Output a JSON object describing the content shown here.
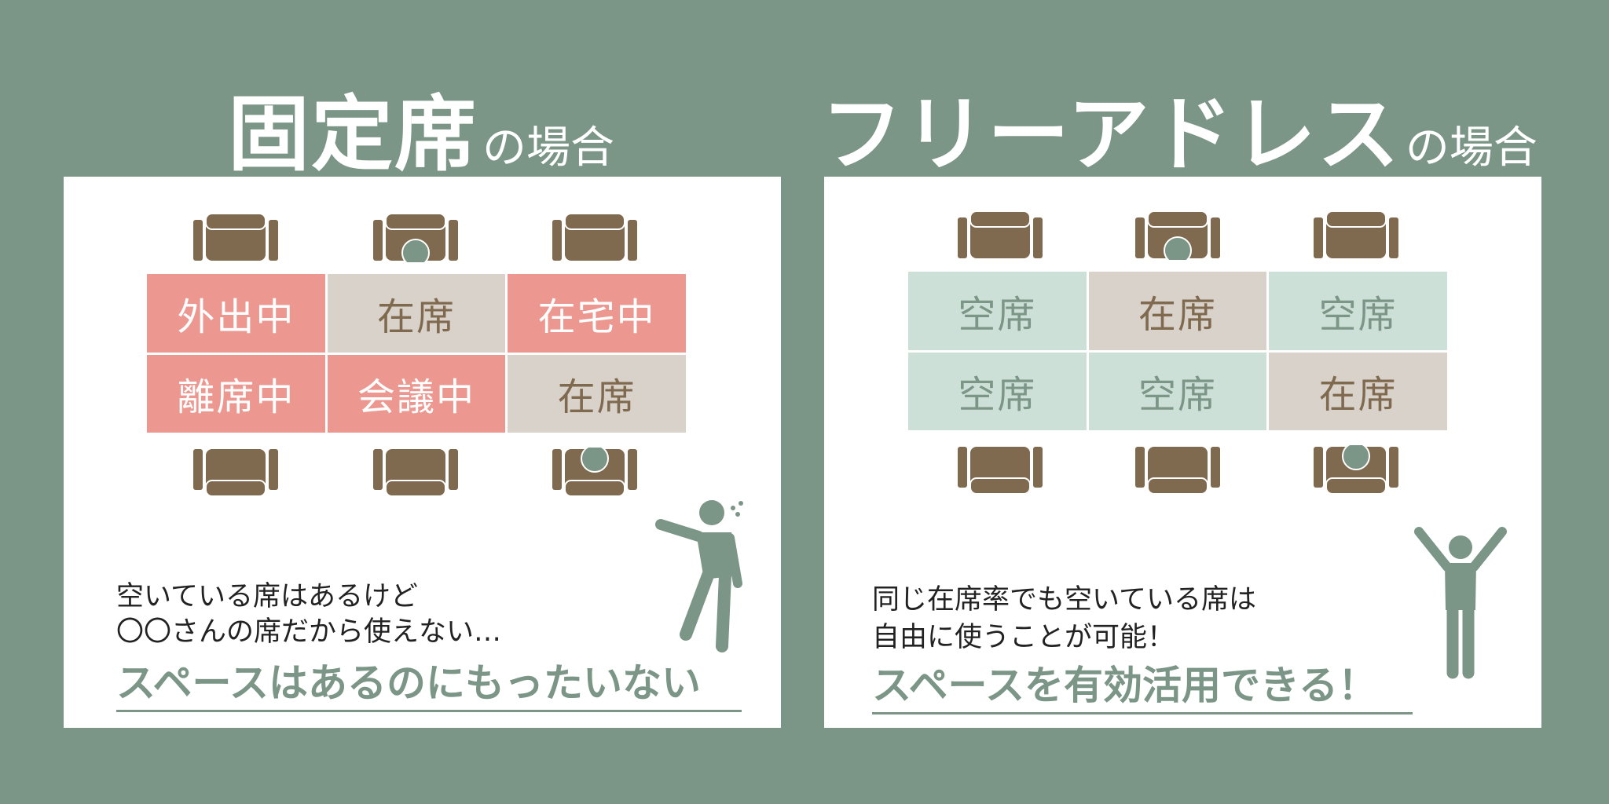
{
  "left": {
    "title_main": "固定席",
    "title_suffix": "の場合",
    "seats": [
      [
        "外出中",
        "在席",
        "在宅中"
      ],
      [
        "離席中",
        "会議中",
        "在席"
      ]
    ],
    "seat_status": [
      [
        "away",
        "present",
        "remote"
      ],
      [
        "away",
        "away",
        "present"
      ]
    ],
    "lines": [
      "空いている席はあるけど",
      "〇〇さんの席だから使えない…"
    ],
    "highlight": "スペースはあるのにもったいない"
  },
  "right": {
    "title_main": "フリーアドレス",
    "title_suffix": "の場合",
    "seats": [
      [
        "空席",
        "在席",
        "空席"
      ],
      [
        "空席",
        "空席",
        "在席"
      ]
    ],
    "seat_status": [
      [
        "empty",
        "present",
        "empty"
      ],
      [
        "empty",
        "empty",
        "present"
      ]
    ],
    "lines": [
      "同じ在席率でも空いている席は",
      "自由に使うことが可能！"
    ],
    "highlight": "スペースを有効活用できる！"
  },
  "colors": {
    "background": "#7b9586",
    "chair": "#7f6a4f",
    "away": "#ec9790",
    "present": "#d9d2cb",
    "empty": "#cde0d8"
  }
}
